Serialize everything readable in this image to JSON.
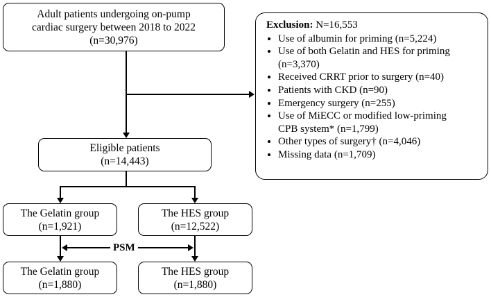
{
  "top_box": {
    "line1": "Adult patients undergoing on-pump",
    "line2": "cardiac surgery between 2018 to 2022",
    "line3": "(n=30,976)"
  },
  "exclusion": {
    "title": "Exclusion:",
    "total": "N=16,553",
    "items": [
      [
        "Use of albumin for priming (n=5,224)"
      ],
      [
        "Use of both Gelatin and HES for priming",
        "(n=3,370)"
      ],
      [
        "Received CRRT prior to surgery (n=40)"
      ],
      [
        "Patients with CKD (n=90)"
      ],
      [
        "Emergency surgery (n=255)"
      ],
      [
        "Use of MiECC or modified low-priming",
        "CPB system* (n=1,799)"
      ],
      [
        "Other types of surgery† (n=4,046)"
      ],
      [
        "Missing data (n=1,709)"
      ]
    ]
  },
  "eligible_box": {
    "line1": "Eligible patients",
    "line2": "(n=14,443)"
  },
  "gelatin_before": {
    "line1": "The Gelatin group",
    "line2": "(n=1,921)"
  },
  "hes_before": {
    "line1": "The HES group",
    "line2": "(n=12,522)"
  },
  "psm_label": "PSM",
  "gelatin_after": {
    "line1": "The Gelatin group",
    "line2": "(n=1,880)"
  },
  "hes_after": {
    "line1": "The HES group",
    "line2": "(n=1,880)"
  }
}
